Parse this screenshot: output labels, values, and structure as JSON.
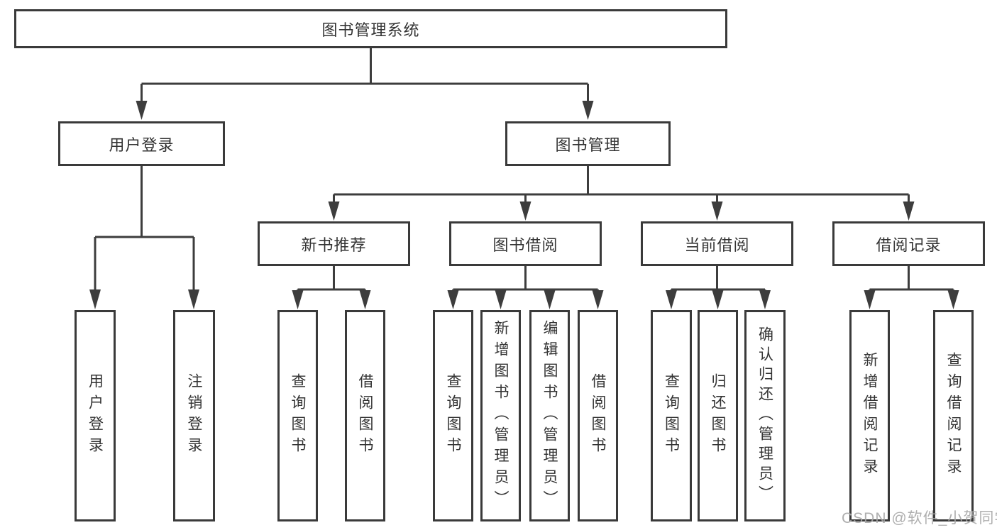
{
  "diagram": {
    "title": "图书管理系统",
    "watermark": "CSDN @软件_小贺同学",
    "colors": {
      "line": "#3d3d3d",
      "box_border": "#3a3a3a",
      "text": "#333333",
      "watermark_text": "#a8a8a8",
      "background": "#ffffff"
    },
    "nodes": {
      "root": {
        "label": "图书管理系统"
      },
      "level2": {
        "user_login": {
          "label": "用户登录"
        },
        "book_mgmt": {
          "label": "图书管理"
        }
      },
      "level3": {
        "new_book_rec": {
          "label": "新书推荐"
        },
        "book_borrow": {
          "label": "图书借阅"
        },
        "current_borrow": {
          "label": "当前借阅"
        },
        "borrow_records": {
          "label": "借阅记录"
        }
      },
      "leaves": {
        "login": {
          "label": "用户登录"
        },
        "logout": {
          "label": "注销登录"
        },
        "nb_query": {
          "label": "查询图书"
        },
        "nb_borrow": {
          "label": "借阅图书"
        },
        "bb_query": {
          "label": "查询图书"
        },
        "bb_add": {
          "label": "新增图书（管理员）"
        },
        "bb_edit": {
          "label": "编辑图书（管理员）"
        },
        "bb_borrow": {
          "label": "借阅图书"
        },
        "cb_query": {
          "label": "查询图书"
        },
        "cb_return": {
          "label": "归还图书"
        },
        "cb_confirm": {
          "label": "确认归还（管理员）"
        },
        "br_add": {
          "label": "新增借阅记录"
        },
        "br_query": {
          "label": "查询借阅记录"
        }
      }
    }
  }
}
